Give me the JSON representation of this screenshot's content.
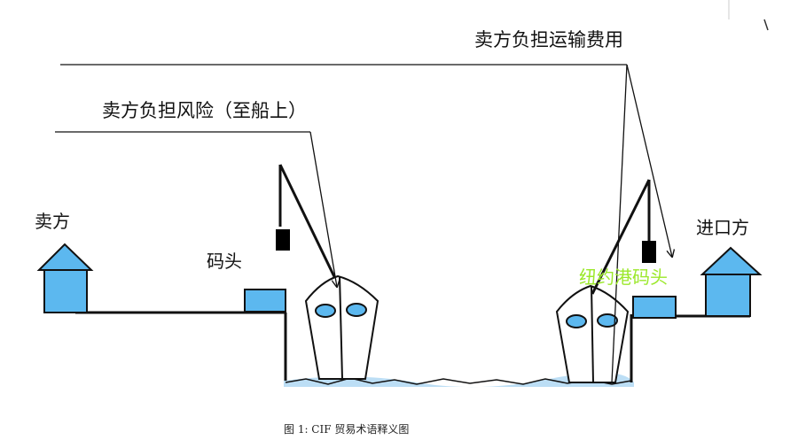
{
  "labels": {
    "seller_transport_cost": "卖方负担运输费用",
    "seller_risk": "卖方负担风险（至船上）",
    "seller": "卖方",
    "wharf": "码头",
    "importer": "进口方",
    "ny_port_wharf": "纽约港码头"
  },
  "caption": "图 1: CIF 贸易术语释义图",
  "colors": {
    "building_fill": "#5cb8ef",
    "window_fill": "#5cb8ef",
    "crane_weight": "#000000",
    "water": "#8fc8ef",
    "line": "#111111",
    "highlight_text": "#9be82a"
  }
}
